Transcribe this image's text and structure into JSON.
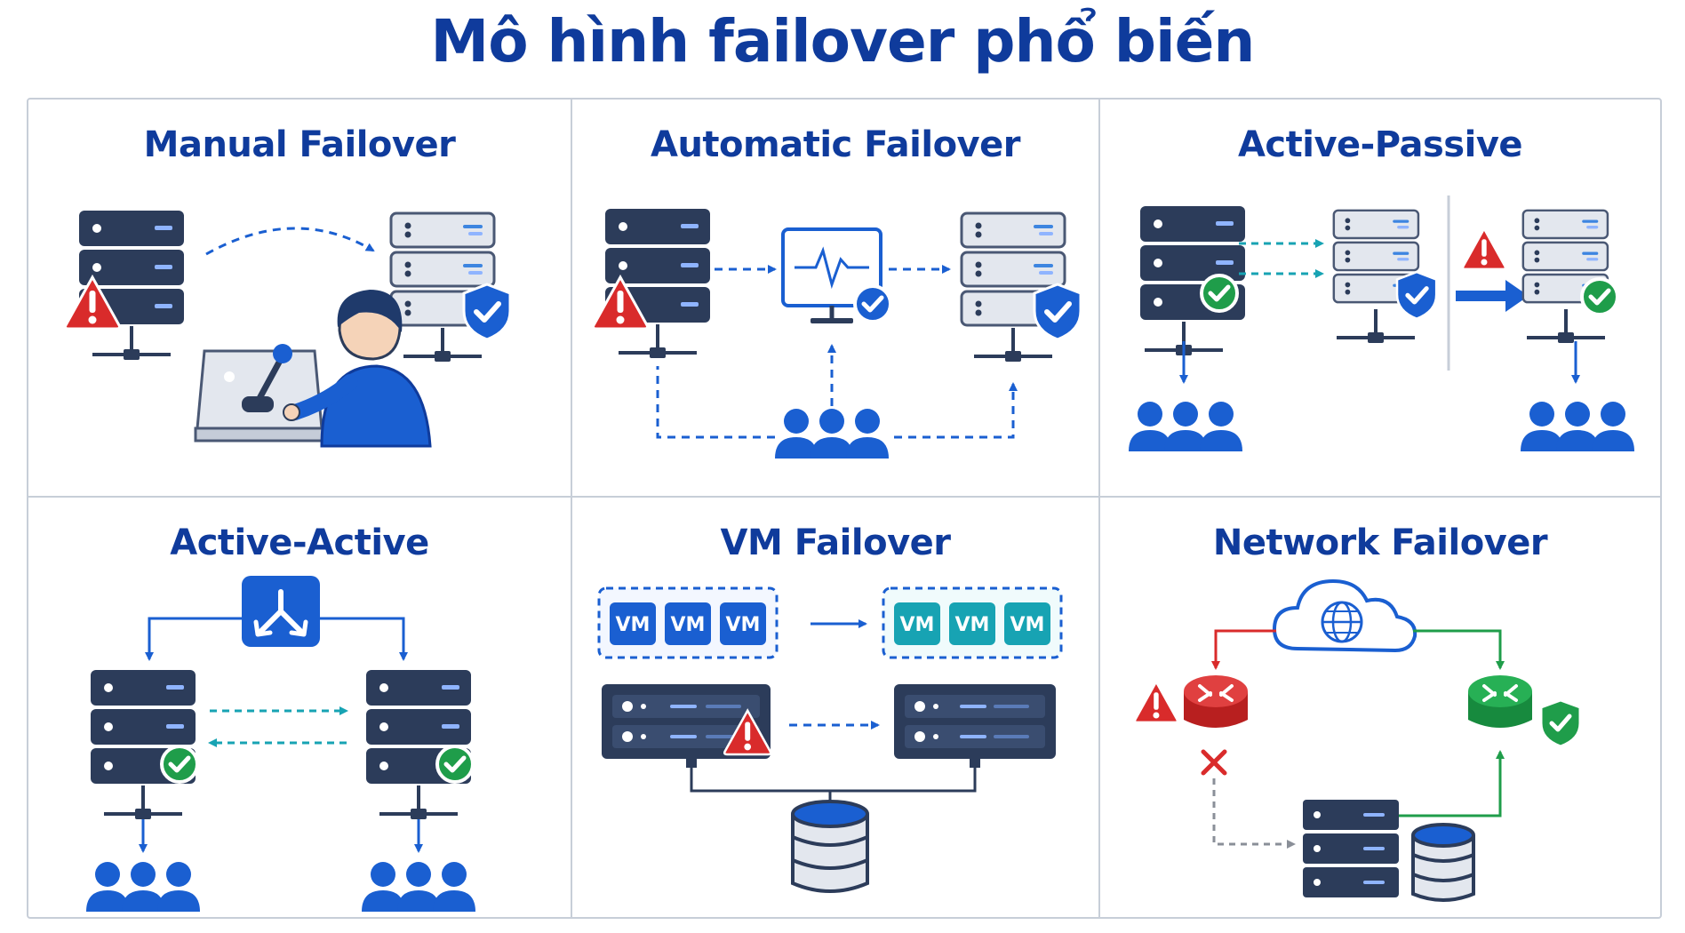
{
  "title": "Mô hình failover phổ biến",
  "panels": [
    {
      "title": "Manual Failover"
    },
    {
      "title": "Automatic Failover"
    },
    {
      "title": "Active-Passive"
    },
    {
      "title": "Active-Active"
    },
    {
      "title": "VM Failover"
    },
    {
      "title": "Network Failover"
    }
  ],
  "vm_label": "VM",
  "icons": [
    "server-rack-icon",
    "warning-icon",
    "shield-check-icon",
    "check-badge-icon",
    "monitor-heartbeat-icon",
    "users-group-icon",
    "lever-console-icon",
    "operator-icon",
    "load-balancer-icon",
    "vm-box-icon",
    "database-icon",
    "cloud-globe-icon",
    "router-icon",
    "cross-icon"
  ],
  "colors": {
    "title": "#0f3b9c",
    "server_dark": "#2c3c5a",
    "server_light": "#e3e7ee",
    "accent_blue": "#1a5fd1",
    "teal": "#17a3b3",
    "warning_red": "#d92b2b",
    "success_green": "#1f9d4a",
    "grid_border": "#c7ced8"
  }
}
